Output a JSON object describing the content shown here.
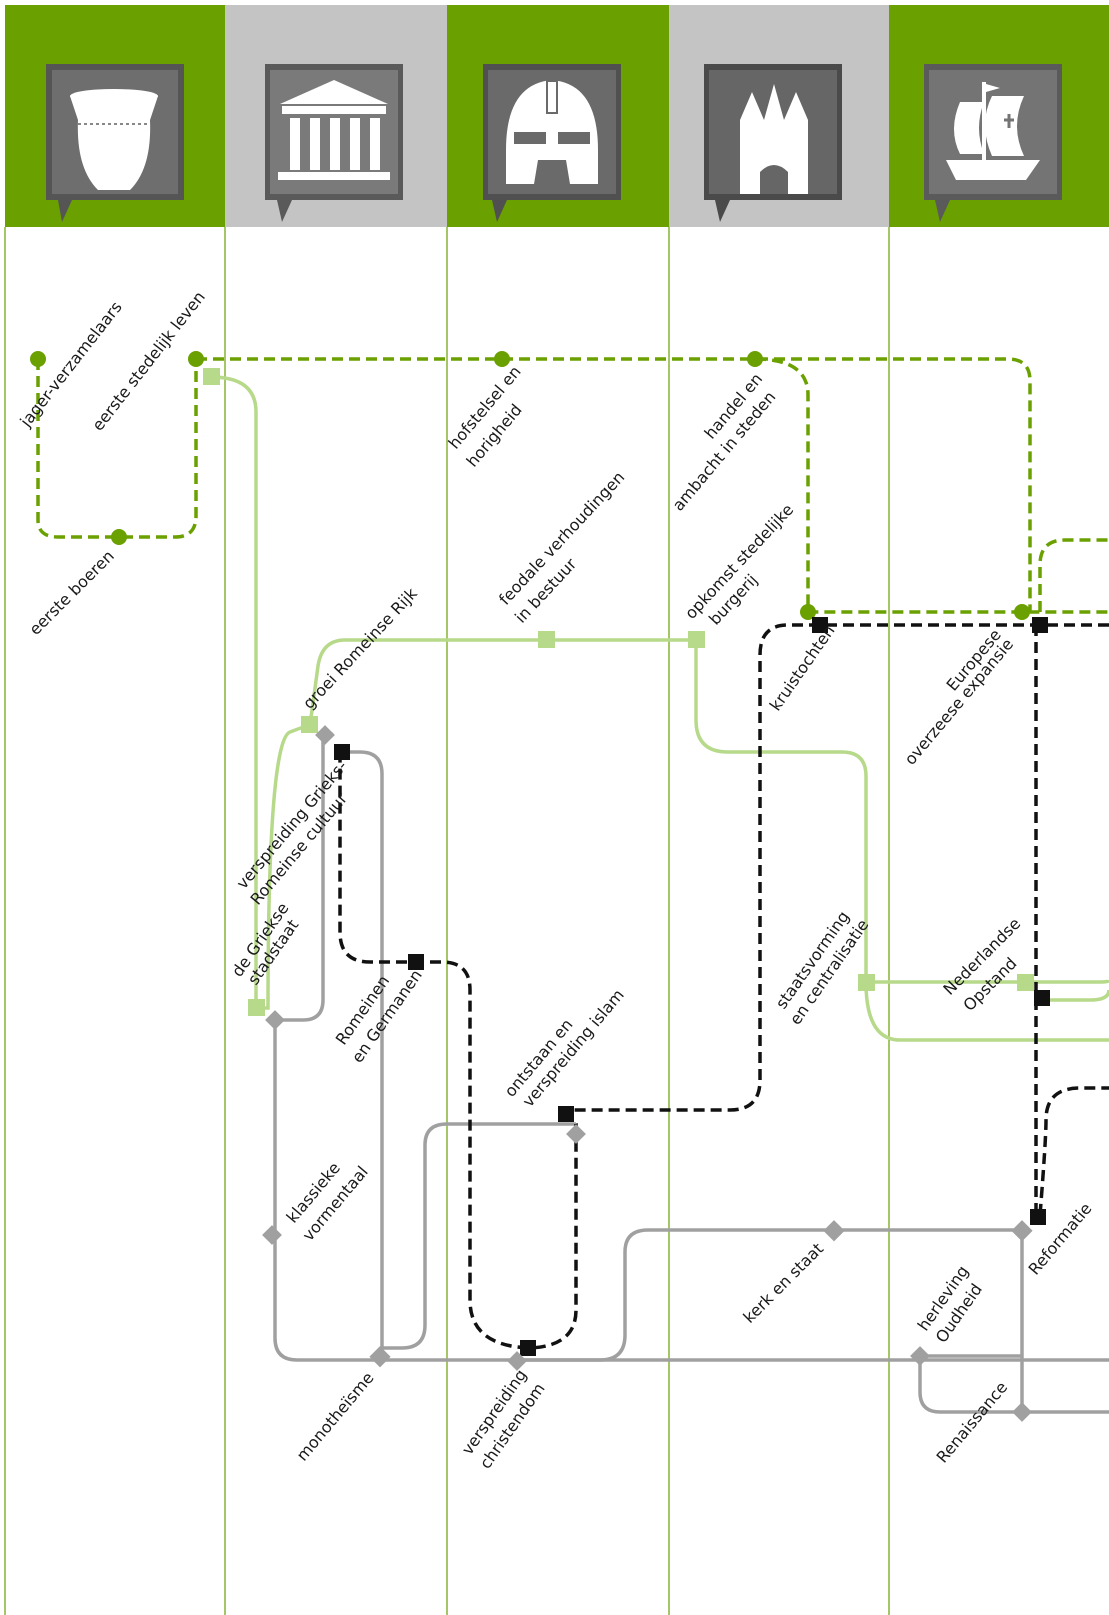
{
  "colors": {
    "era_green": "#6aa000",
    "era_grey": "#c4c4c4",
    "divider": "#6aa000",
    "line_dark_green": "#6aa000",
    "line_light_green": "#b7d98a",
    "line_grey": "#a0a0a0",
    "line_black": "#111111"
  },
  "eras": [
    {
      "icon": "pot-icon",
      "color": "green"
    },
    {
      "icon": "greek-temple-icon",
      "color": "grey"
    },
    {
      "icon": "knight-helmet-icon",
      "color": "green"
    },
    {
      "icon": "cathedral-icon",
      "color": "grey"
    },
    {
      "icon": "sailing-ship-icon",
      "color": "green"
    }
  ],
  "labels": {
    "jager_verzamelaars": "jager-verzamelaars",
    "eerste_stedelijk_leven": "eerste stedelijk leven",
    "eerste_boeren": "eerste boeren",
    "hofstelsel_1": "hofstelsel en",
    "hofstelsel_2": "horigheid",
    "handel_1": "handel en",
    "handel_2": "ambacht  in steden",
    "feodale_1": "feodale verhoudingen",
    "feodale_2": "in bestuur",
    "opkomst_1": "opkomst stedelijke",
    "opkomst_2": "burgerij",
    "groei_romeinse_rijk": "groei Romeinse Rijk",
    "kruistochten": "kruistochten",
    "europese_1": "Europese",
    "europese_2": "overzeese expansie",
    "verspreiding_gr_1": "verspreiding Grieks-",
    "verspreiding_gr_2": "Romeinse cultuur",
    "griekse_1": "de Griekse",
    "griekse_2": "stadstaat",
    "romeinen_1": "Romeinen",
    "romeinen_2": "en Germanen",
    "staatsvorming_1": "staatsvorming",
    "staatsvorming_2": "en centralisatie",
    "nederlandse_1": "Nederlandse",
    "nederlandse_2": "Opstand",
    "islam_1": "ontstaan en",
    "islam_2": "verspreiding islam",
    "klassieke_1": "klassieke",
    "klassieke_2": "vormentaal",
    "kerk_en_staat": "kerk en staat",
    "reformatie": "Reformatie",
    "herleving_1": "herleving",
    "herleving_2": "Oudheid",
    "monotheisme": "monotheïsme",
    "christendom_1": "verspreiding",
    "christendom_2": "christendom",
    "renaissance": "Renaissance"
  }
}
